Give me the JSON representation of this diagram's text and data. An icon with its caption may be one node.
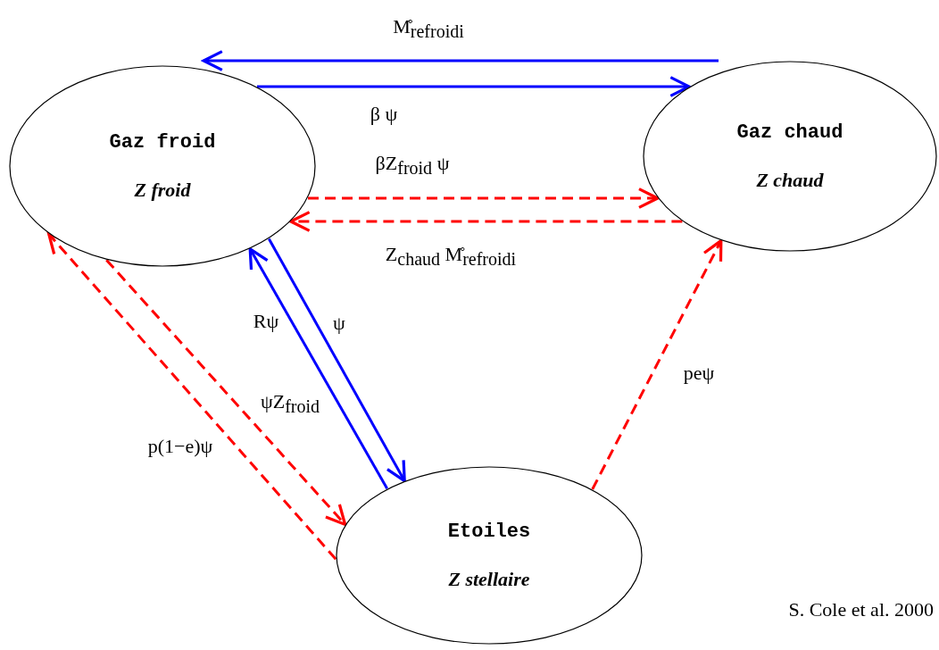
{
  "diagram": {
    "nodes": [
      {
        "text": [
          "Gaz froid",
          "Z froid"
        ]
      },
      {
        "text": [
          "Gaz chaud",
          "Z chaud"
        ]
      },
      {
        "text": [
          "Etoiles",
          "Z stellaire"
        ]
      }
    ],
    "edges": [
      {
        "from": 1,
        "to": 0,
        "arrow": "to",
        "label": "M̊$_{refroidi}$",
        "color": "#0000ff"
      },
      {
        "from": 0,
        "to": 1,
        "arrow": "to",
        "label": "β ψ",
        "color": "#0000ff"
      },
      {
        "from": 0,
        "to": 1,
        "arrow": "to",
        "label": "βZ$_{froid}$ ψ",
        "style": "dashed"
      },
      {
        "from": 1,
        "to": 0,
        "arrow": "to",
        "label": "Z$_{chaud}$ M̊$_{refroidi}$",
        "style": "dashed"
      },
      {
        "from": 2,
        "to": 0,
        "arrow": "to",
        "label": "Rψ",
        "color": "#0000ff"
      },
      {
        "from": 0,
        "to": 2,
        "arrow": "to",
        "label": "ψ",
        "color": "#0000ff"
      },
      {
        "from": 0,
        "to": 2,
        "arrow": "to",
        "label": "ψZ$_{froid}$",
        "style": "dashed"
      },
      {
        "from": 2,
        "to": 0,
        "arrow": "to",
        "label": "p(1−e)ψ",
        "style": "dashed"
      },
      {
        "from": 2,
        "to": 1,
        "arrow": "to",
        "label": "peψ",
        "style": "dashed"
      }
    ],
    "labels": [
      "S. Cole et al. 2000"
    ]
  }
}
